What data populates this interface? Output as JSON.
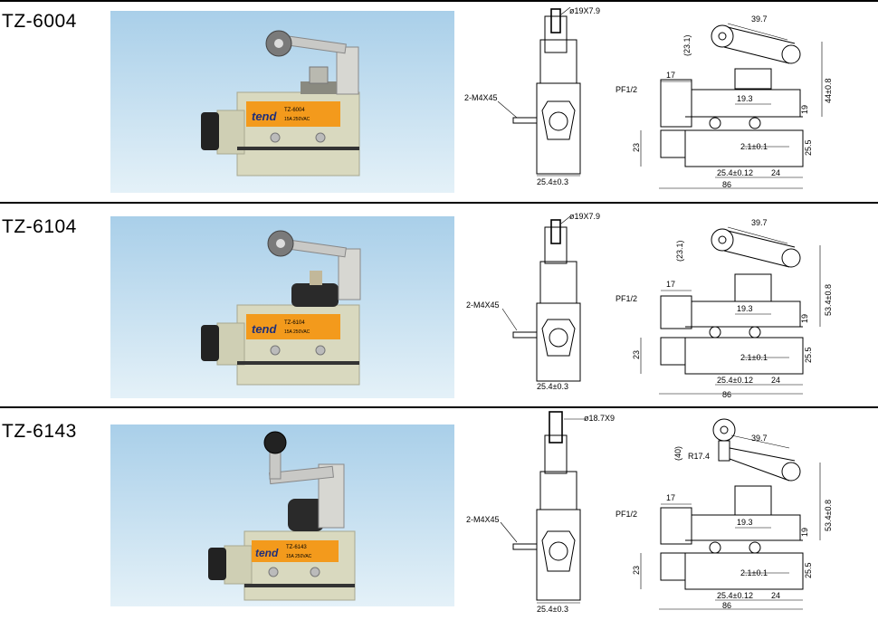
{
  "products": [
    {
      "model": "TZ-6004",
      "label": {
        "brand": "tend",
        "model": "TZ-6004",
        "rating": "15A 250VAC"
      },
      "front": {
        "diameter": "ø19X7.9",
        "thread": "2-M4X45",
        "width": "25.4±0.3"
      },
      "side": {
        "d397": "39.7",
        "d231": "(23.1)",
        "d17": "17",
        "pf": "PF1/2",
        "d193": "19.3",
        "dhigh": "44±0.8",
        "d19": "19",
        "d23": "23",
        "d255": "25.5",
        "d21": "2.1±0.1",
        "d254": "25.4±0.12",
        "d24": "24",
        "d86": "86"
      }
    },
    {
      "model": "TZ-6104",
      "label": {
        "brand": "tend",
        "model": "TZ-6104",
        "rating": "15A 250VAC"
      },
      "front": {
        "diameter": "ø19X7.9",
        "thread": "2-M4X45",
        "width": "25.4±0.3"
      },
      "side": {
        "d397": "39.7",
        "d231": "(23.1)",
        "d17": "17",
        "pf": "PF1/2",
        "d193": "19.3",
        "dhigh": "53.4±0.8",
        "d19": "19",
        "d23": "23",
        "d255": "25.5",
        "d21": "2.1±0.1",
        "d254": "25.4±0.12",
        "d24": "24",
        "d86": "86"
      }
    },
    {
      "model": "TZ-6143",
      "label": {
        "brand": "tend",
        "model": "TZ-6143",
        "rating": "15A 250VAC"
      },
      "front": {
        "diameter": "ø18.7X9",
        "thread": "2-M4X45",
        "width": "25.4±0.3"
      },
      "side": {
        "d397": "39.7",
        "d231": "(40)",
        "r174": "R17.4",
        "d17": "17",
        "pf": "PF1/2",
        "d193": "19.3",
        "dhigh": "53.4±0.8",
        "d19": "19",
        "d23": "23",
        "d255": "25.5",
        "d21": "2.1±0.1",
        "d254": "25.4±0.12",
        "d24": "24",
        "d86": "86"
      }
    }
  ],
  "colors": {
    "photo_top": "#a9cfe9",
    "photo_bottom": "#e4f1f8",
    "body": "#d9d9bf",
    "label": "#f39a1c"
  }
}
